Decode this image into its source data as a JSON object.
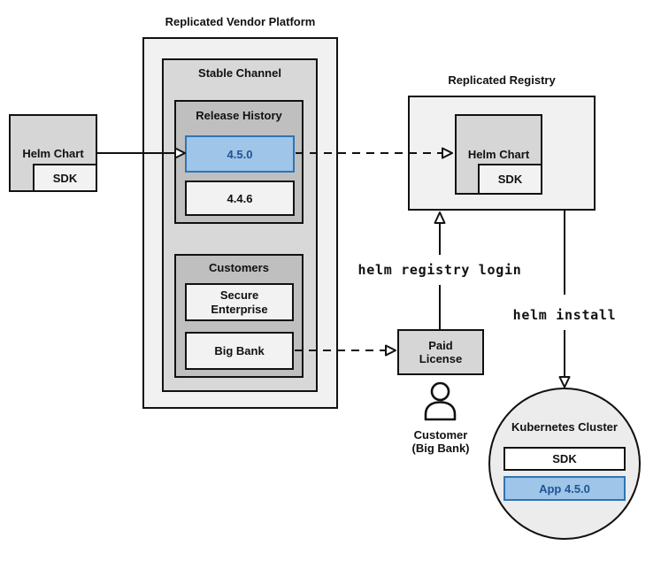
{
  "colors": {
    "highlight_fill": "#9fc5e8",
    "highlight_border": "#2e75b6",
    "highlight_text": "#1f5494",
    "node_grey": "#d6d6d6",
    "panel_light": "#f1f1f1",
    "panel_mid": "#d8d8d8",
    "panel_dark": "#bfbfbf",
    "item_light": "#f2f2f2",
    "line_black": "#111111"
  },
  "source": {
    "helm_chart_label": "Helm Chart",
    "sdk_label": "SDK"
  },
  "platform": {
    "title": "Replicated Vendor Platform",
    "stable_channel": {
      "title": "Stable Channel"
    },
    "release_history": {
      "title": "Release History",
      "current_release": "4.5.0",
      "previous_release": "4.4.6"
    },
    "customers": {
      "title": "Customers",
      "customer1": "Secure Enterprise",
      "customer2": "Big Bank"
    }
  },
  "registry": {
    "title": "Replicated Registry",
    "helm_chart_label": "Helm Chart",
    "sdk_label": "SDK"
  },
  "license": {
    "label": "Paid License"
  },
  "customer": {
    "line1": "Customer",
    "line2": "(Big Bank)"
  },
  "commands": {
    "registry_login": "helm registry login",
    "install": "helm install"
  },
  "cluster": {
    "title": "Kubernetes Cluster",
    "sdk_label": "SDK",
    "app_label": "App 4.5.0"
  }
}
